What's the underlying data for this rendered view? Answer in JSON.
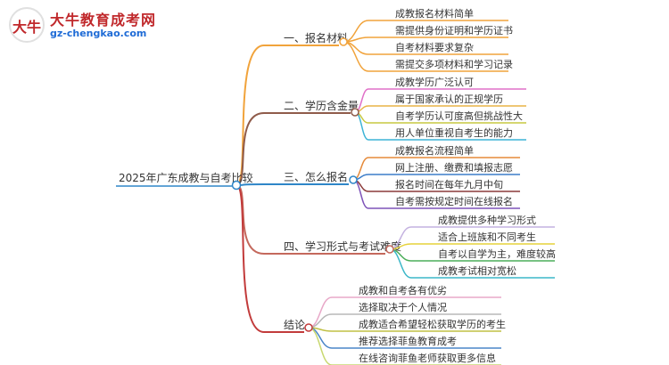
{
  "logo": {
    "badge_text": "大牛",
    "title": "大牛教育成考网",
    "url": "gz-chengkao.com"
  },
  "mindmap": {
    "root": "2025年广东成教与自考比较",
    "branches": [
      {
        "label": "一、报名材料",
        "color": "#f1a33b",
        "children": [
          "成教报名材料简单",
          "需提供身份证明和学历证书",
          "自考材料要求复杂",
          "需提交多项材料和学习记录"
        ],
        "child_colors": [
          "#f1a33b",
          "#f1a33b",
          "#f1a33b",
          "#f1a33b"
        ]
      },
      {
        "label": "二、学历含金量",
        "color": "#8f5b4a",
        "children": [
          "成教学历广泛认可",
          "属于国家承认的正规学历",
          "自考学历认可度高但挑战性大",
          "用人单位重视自考生的能力"
        ],
        "child_colors": [
          "#e070c8",
          "#e8b347",
          "#c7c840",
          "#3bb3d6"
        ]
      },
      {
        "label": "三、怎么报名",
        "color": "#2f86c8",
        "children": [
          "成教报名流程简单",
          "网上注册、缴费和填报志愿",
          "报名时间在每年九月中旬",
          "自考需按规定时间在线报名"
        ],
        "child_colors": [
          "#e58a3a",
          "#3c7dc9",
          "#8b3a3a",
          "#7e53b8"
        ]
      },
      {
        "label": "四、学习形式与考试难度",
        "color": "#c4685c",
        "children": [
          "成教提供多种学习形式",
          "适合上班族和不同考生",
          "自考以自学为主，难度较高",
          "成教考试相对宽松"
        ],
        "child_colors": [
          "#c4b2e0",
          "#e6d23a",
          "#4cae5a",
          "#3cb7c8"
        ]
      },
      {
        "label": "结论",
        "color": "#c23b3b",
        "children": [
          "成教和自考各有优劣",
          "选择取决于个人情况",
          "成教适合希望轻松获取学历的考生",
          "推荐选择菲鱼教育成考",
          "在线咨询菲鱼老师获取更多信息"
        ],
        "child_colors": [
          "#e8a8c8",
          "#b8b8b8",
          "#c0c045",
          "#4a86c8",
          "#c8d870"
        ]
      }
    ]
  }
}
